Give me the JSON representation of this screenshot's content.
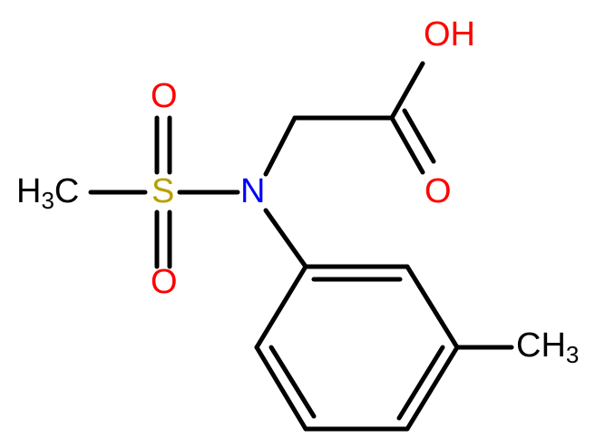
{
  "colors": {
    "bond": "#000000",
    "oxygen": "#ff0000",
    "nitrogen": "#0000ff",
    "sulfur": "#b8a000",
    "carbon": "#000000"
  },
  "atoms": {
    "hydroxyl": "OH",
    "carbonyl_oxygen": "O",
    "nitrogen": "N",
    "sulfur": "S",
    "sulfonyl_oxygen_top": "O",
    "sulfonyl_oxygen_bottom": "O",
    "methyl_left_main": "H",
    "methyl_left_sub": "3",
    "methyl_left_tail": "C",
    "methyl_right_main": "CH",
    "methyl_right_sub": "3"
  }
}
